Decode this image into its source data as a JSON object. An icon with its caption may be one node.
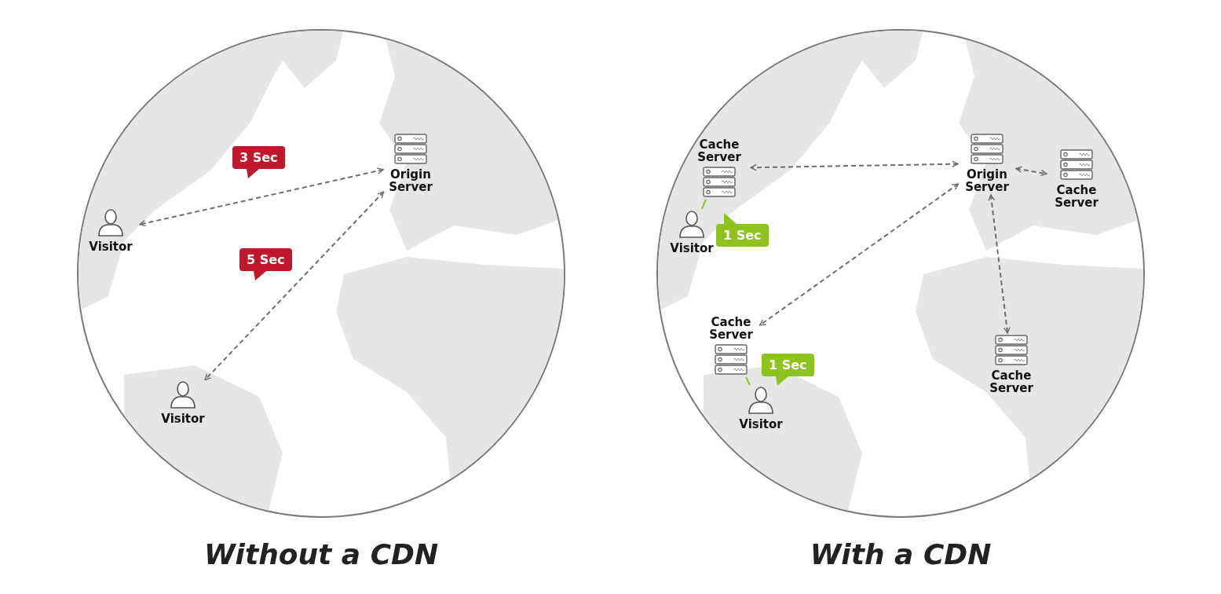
{
  "diagram": {
    "nodes": [
      {
        "text": [
          "Without a CDN"
        ]
      },
      {
        "text": [
          "Origin Server"
        ],
        "in": 0
      },
      {
        "text": [
          "Visitor"
        ],
        "in": 0
      },
      {
        "text": [
          "Visitor"
        ],
        "in": 0
      },
      {
        "text": [
          "With a CDN"
        ]
      },
      {
        "text": [
          "Cache Server"
        ],
        "in": 4
      },
      {
        "text": [
          "Origin Server"
        ],
        "in": 4
      },
      {
        "text": [
          "Cache Server"
        ],
        "in": 4
      },
      {
        "text": [
          "Visitor"
        ],
        "in": 4
      },
      {
        "text": [
          "Cache Server"
        ],
        "in": 4
      },
      {
        "text": [
          "Cache Server"
        ],
        "in": 4
      },
      {
        "text": [
          "Visitor"
        ],
        "in": 4
      }
    ],
    "edges": [
      {
        "from": 1,
        "to": 2,
        "arrow": "both",
        "style": "dashed",
        "label": "3 Sec"
      },
      {
        "from": 1,
        "to": 3,
        "arrow": "both",
        "style": "dashed",
        "label": "5 Sec"
      },
      {
        "from": 6,
        "to": 5,
        "arrow": "both",
        "style": "dashed"
      },
      {
        "from": 6,
        "to": 7,
        "arrow": "both",
        "style": "dashed"
      },
      {
        "from": 6,
        "to": 9,
        "arrow": "both",
        "style": "dashed"
      },
      {
        "from": 6,
        "to": 10,
        "arrow": "both",
        "style": "dashed"
      },
      {
        "from": 5,
        "to": 8,
        "arrow": "none",
        "color": "#8dc21f",
        "label": "1 Sec"
      },
      {
        "from": 9,
        "to": 11,
        "arrow": "none",
        "color": "#8dc21f",
        "label": "1 Sec"
      }
    ]
  }
}
